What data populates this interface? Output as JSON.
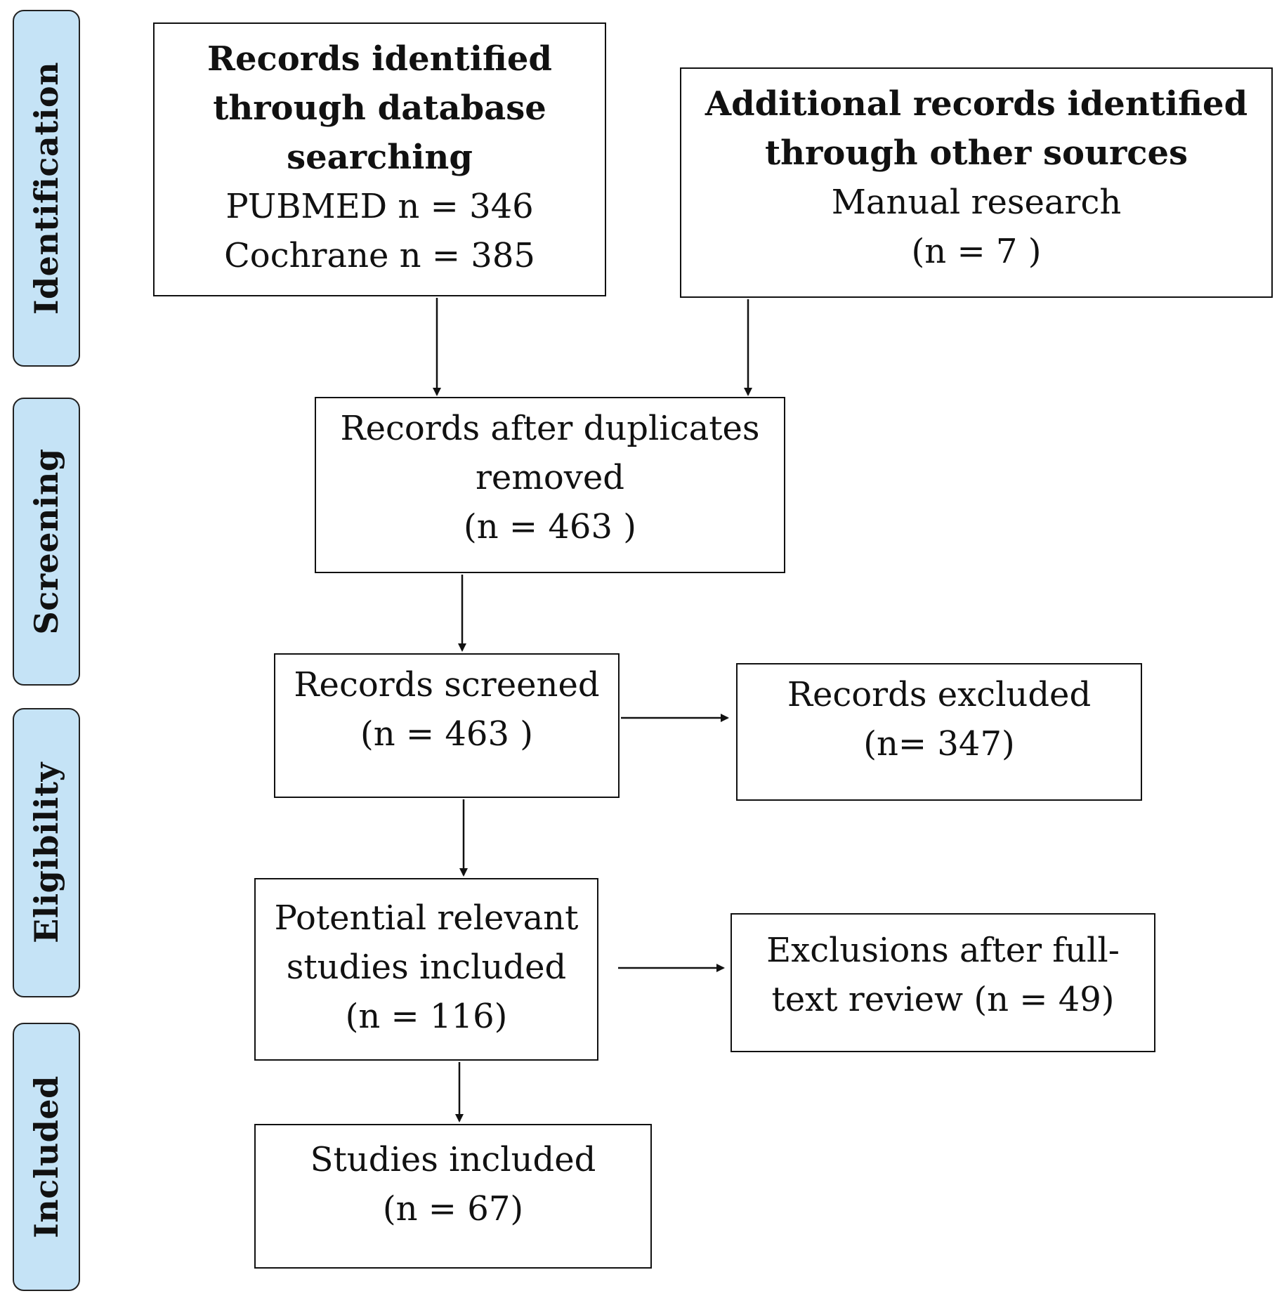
{
  "stages": {
    "identification": "Identification",
    "screening": "Screening",
    "eligibility": "Eligibility",
    "included": "Included"
  },
  "boxes": {
    "database": {
      "title_lines": [
        "Records identified",
        "through database",
        "searching"
      ],
      "lines": [
        "PUBMED n =  346",
        "Cochrane n = 385"
      ]
    },
    "other_sources": {
      "title_lines": [
        "Additional records identified",
        "through other sources"
      ],
      "lines": [
        "Manual research",
        "(n = 7 )"
      ]
    },
    "duplicates_removed": {
      "lines": [
        "Records after duplicates",
        "removed",
        "(n = 463 )"
      ]
    },
    "screened": {
      "lines": [
        "Records screened",
        "(n =  463 )"
      ]
    },
    "excluded": {
      "lines": [
        "Records excluded",
        "(n= 347)"
      ]
    },
    "potential_relevant": {
      "lines": [
        "Potential relevant",
        "studies included",
        "(n =  116)"
      ]
    },
    "fulltext_exclusions": {
      "lines": [
        "Exclusions after full-",
        "text review (n = 49)"
      ]
    },
    "studies_included": {
      "lines": [
        "Studies included",
        "(n = 67)"
      ]
    }
  }
}
